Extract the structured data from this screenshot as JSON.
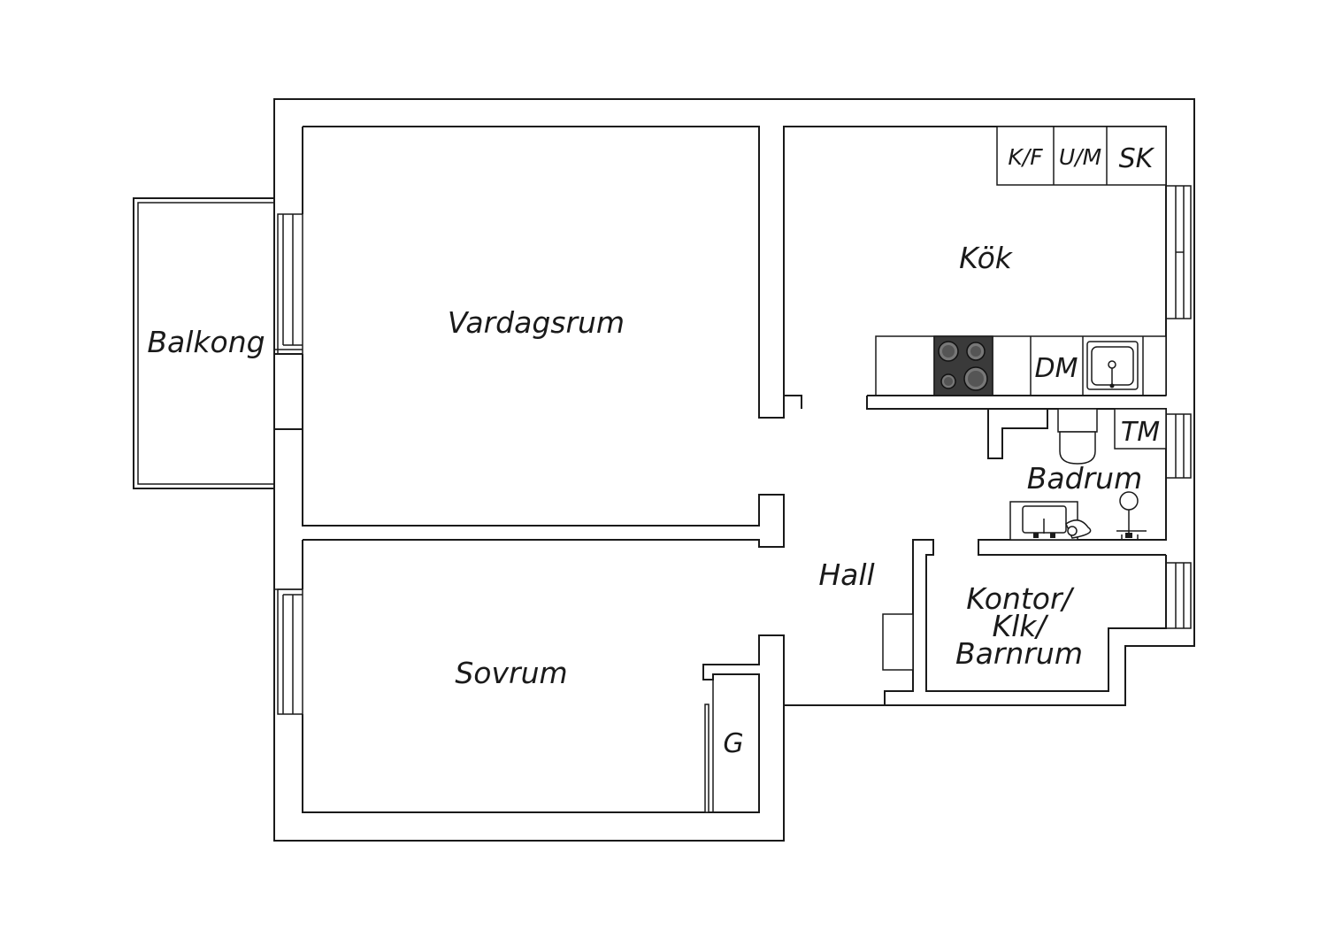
{
  "rooms": {
    "balcony": "Balkong",
    "living_room": "Vardagsrum",
    "kitchen": "Kök",
    "bathroom": "Badrum",
    "hall": "Hall",
    "office": [
      "Kontor/",
      "Klk/",
      "Barnrum"
    ],
    "bedroom": "Sovrum"
  },
  "fixtures": {
    "fridge_freezer": "K/F",
    "microwave_oven": "U/M",
    "cabinet": "SK",
    "dishwasher": "DM",
    "dryer": "TM",
    "wardrobe": "G"
  },
  "colors": {
    "lines": "#1a1a1a",
    "background": "#ffffff",
    "hob": "#3a3a3a"
  }
}
